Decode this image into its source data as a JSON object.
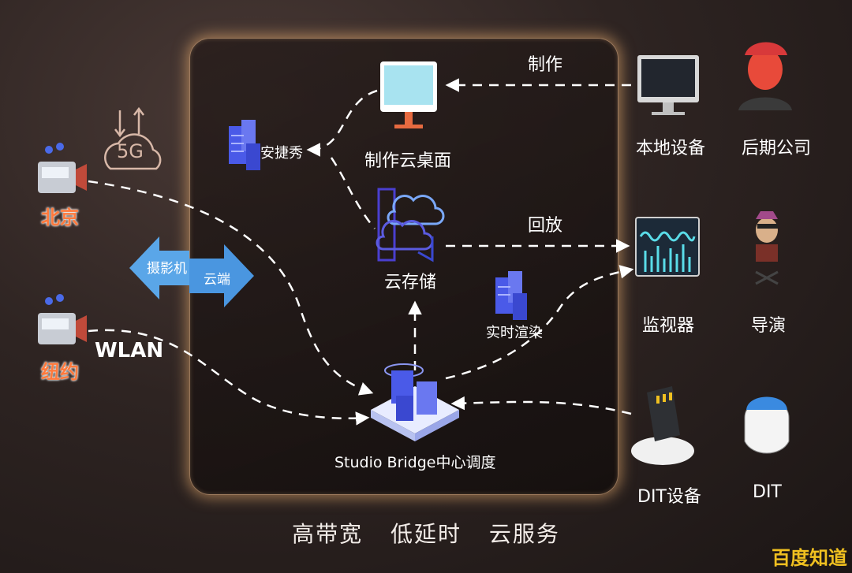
{
  "nodes": {
    "cloud_desktop": "制作云桌面",
    "anjiexiu": "安捷秀",
    "cloud_storage": "云存储",
    "realtime_render": "实时渲染",
    "studio_bridge": "Studio Bridge中心调度",
    "local_device": "本地设备",
    "post_company": "后期公司",
    "monitor": "监视器",
    "director": "导演",
    "dit_device": "DIT设备",
    "dit": "DIT",
    "beijing": "北京",
    "newyork": "纽约",
    "five_g": "5G",
    "wlan": "WLAN",
    "camera": "摄影机",
    "cloud_end": "云端"
  },
  "edges": {
    "produce": "制作",
    "playback": "回放"
  },
  "tagline": [
    "高带宽",
    "低延时",
    "云服务"
  ],
  "watermark": "百度知道",
  "colors": {
    "accent_orange": "#ff7a3d",
    "server_blue": "#4a5ae8",
    "panel_glow": "#ffbe78"
  }
}
